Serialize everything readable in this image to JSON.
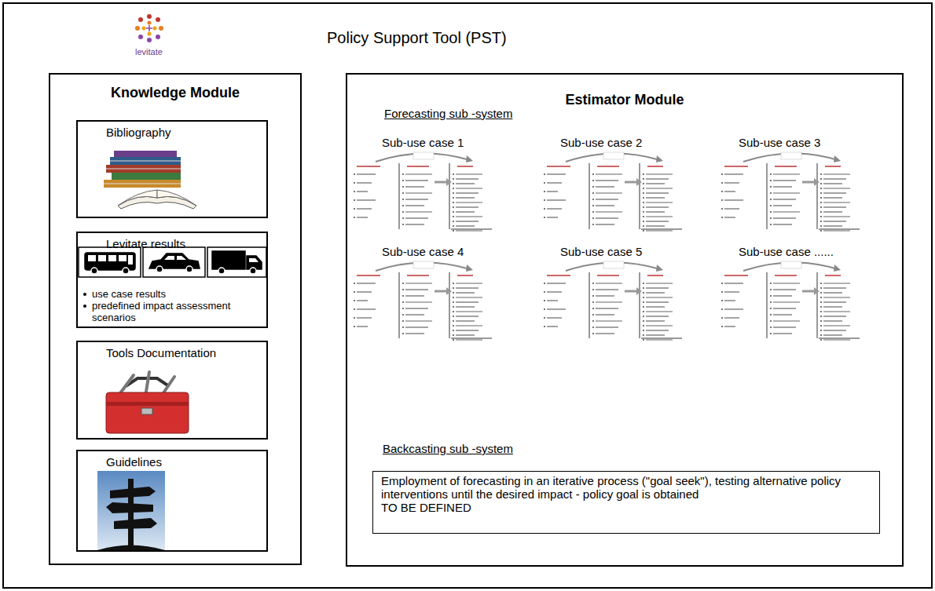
{
  "diagram": {
    "title": "Policy Support Tool (PST)",
    "nodes": [
      {
        "text": [
          "Knowledge Module"
        ]
      },
      {
        "text": [
          "Bibliography"
        ],
        "in": 0
      },
      {
        "text": [
          "Levitate results",
          "use case results",
          "predefined impact assessment scenarios"
        ],
        "in": 0
      },
      {
        "text": [
          "Tools Documentation"
        ],
        "in": 0
      },
      {
        "text": [
          "Guidelines"
        ],
        "in": 0
      },
      {
        "text": [
          "Estimator Module"
        ]
      },
      {
        "text": [
          "Employment of forecasting in an iterative process (\"goal seek\"), testing alternative policy interventions until the desired impact - policy goal is obtained",
          "TO BE DEFINED"
        ],
        "in": 5
      }
    ],
    "labels": [
      "levitate",
      "Forecasting sub -system",
      "Sub-use case 1",
      "Sub-use case 2",
      "Sub-use case 3",
      "Sub-use case 4",
      "Sub-use case 5",
      "Sub-use case ......",
      "Backcasting sub -system"
    ]
  }
}
